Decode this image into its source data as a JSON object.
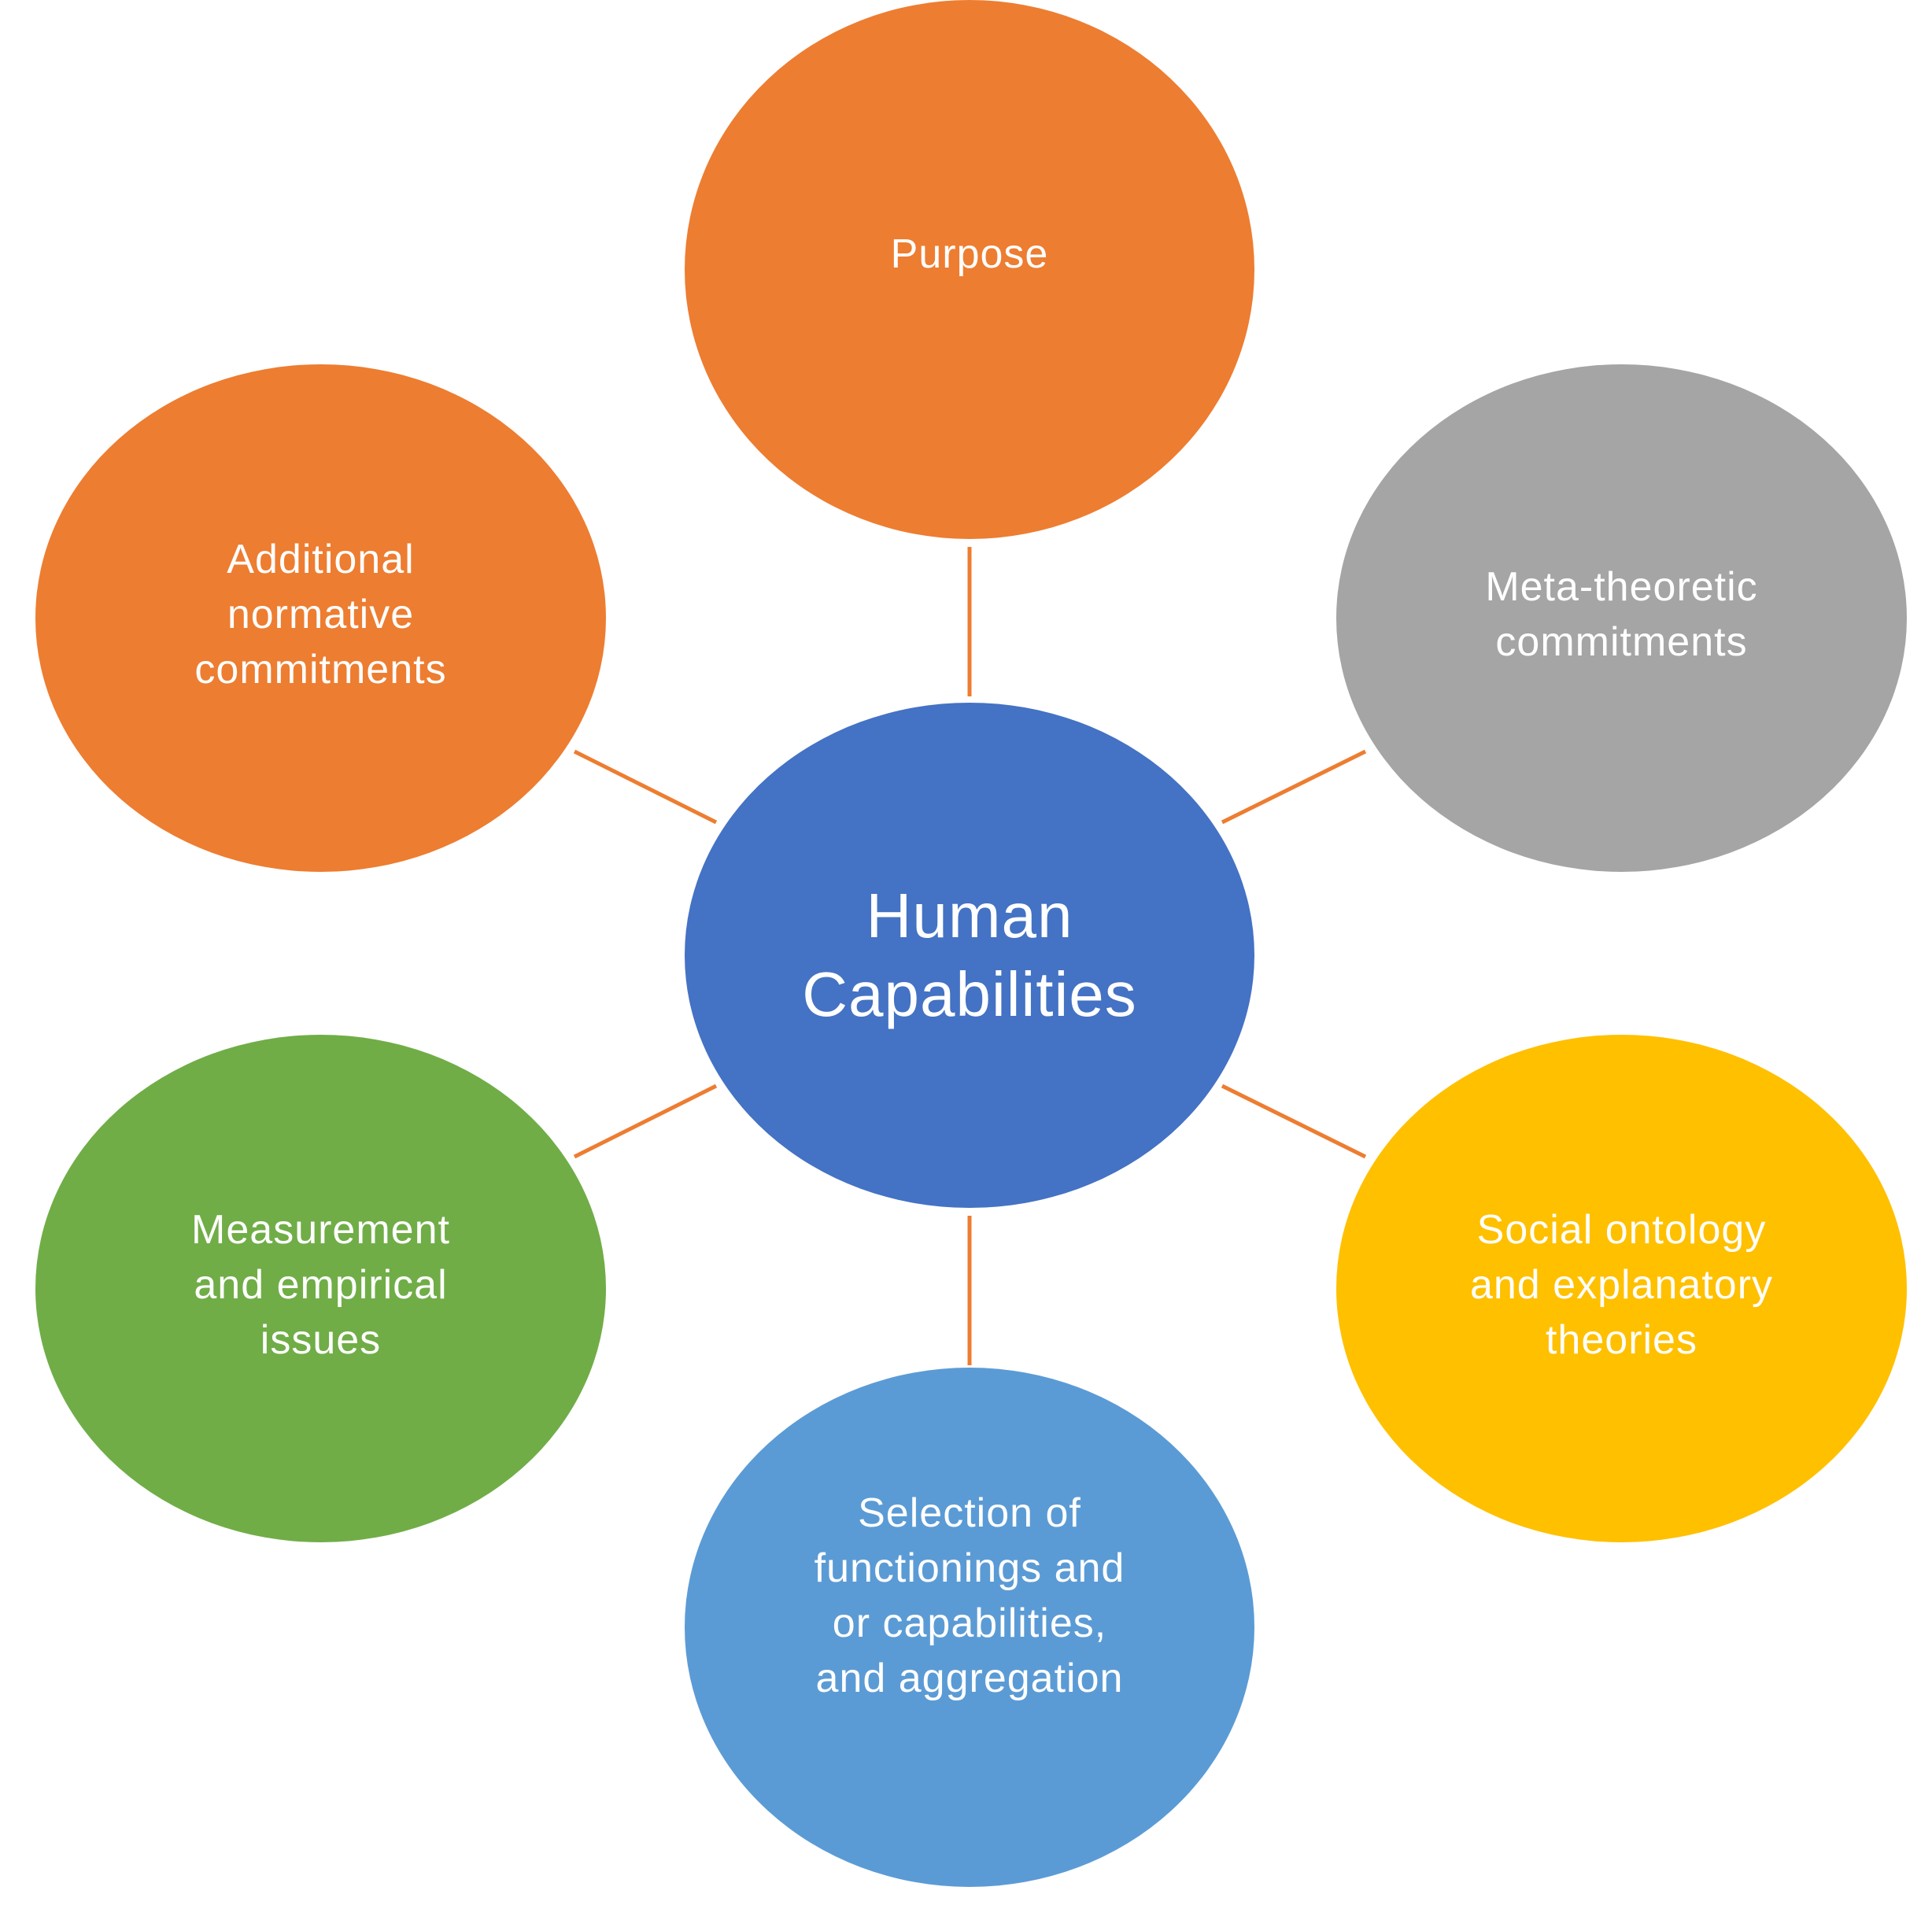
{
  "diagram": {
    "connector_color": "#ED7D31",
    "center": {
      "label": "Human\nCapabilities",
      "color": "#4472C4"
    },
    "top": {
      "label": "Purpose",
      "color": "#ED7D31"
    },
    "upper_left": {
      "label": "Additional\nnormative\ncommitments",
      "color": "#ED7D31"
    },
    "upper_right": {
      "label": "Meta-theoretic\ncommitments",
      "color": "#A5A5A5"
    },
    "lower_left": {
      "label": "Measurement\nand empirical\nissues",
      "color": "#70AD47"
    },
    "lower_right": {
      "label": "Social ontology\nand explanatory\ntheories",
      "color": "#FFC000"
    },
    "bottom": {
      "label": "Selection of\nfunctionings and\nor capabilities,\nand aggregation",
      "color": "#5B9BD5"
    }
  }
}
